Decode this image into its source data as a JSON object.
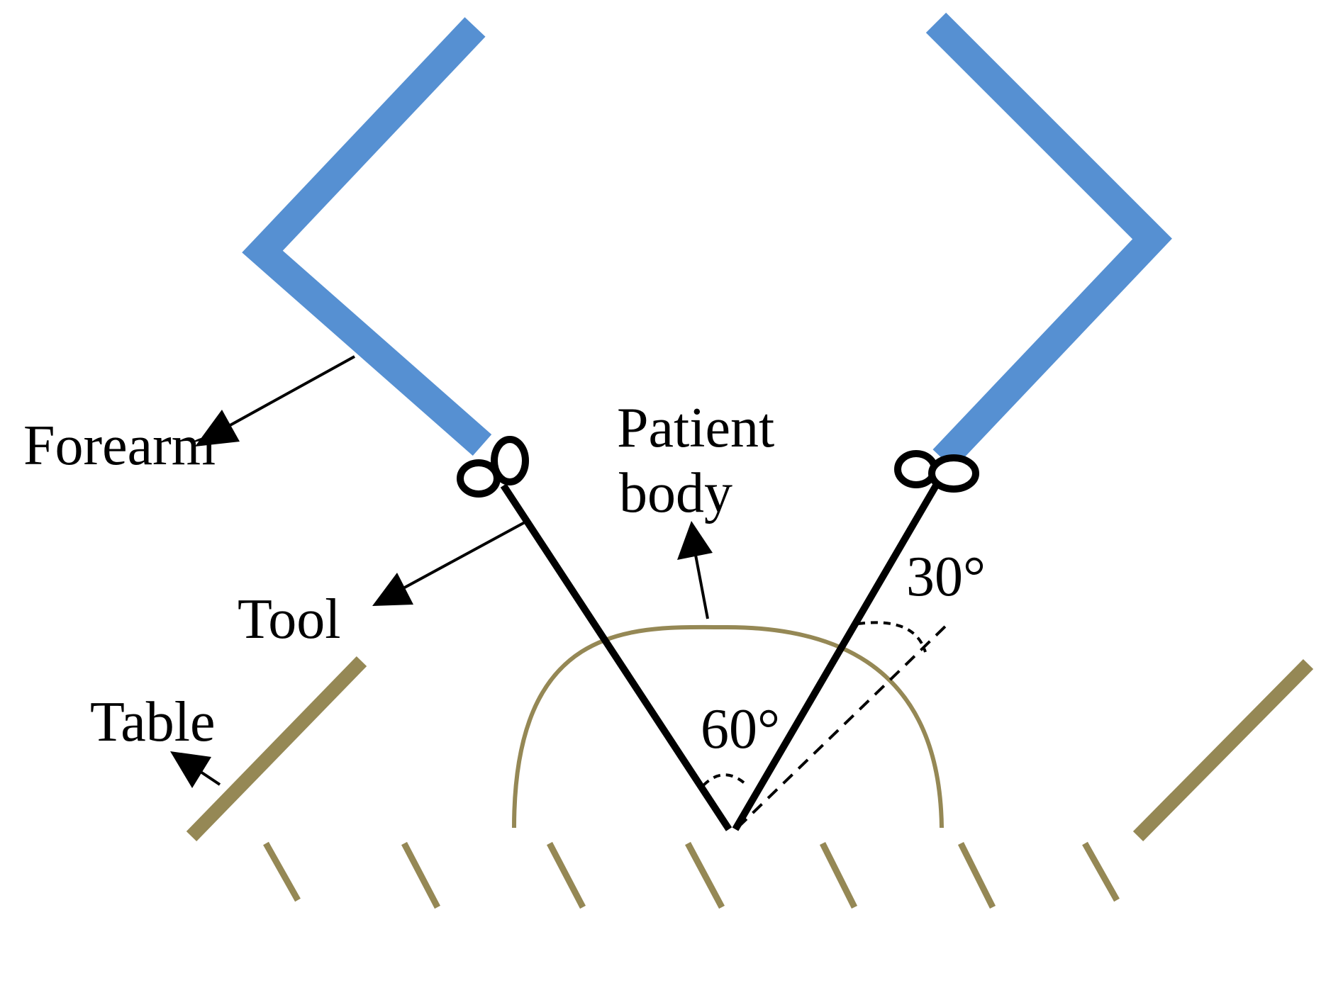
{
  "labels": {
    "forearm": "Forearm",
    "tool": "Tool",
    "table": "Table",
    "patient_line1": "Patient",
    "patient_line2": "body",
    "angle_60": "60°",
    "angle_30": "30°"
  },
  "colors": {
    "forearm": "#5690d2",
    "table": "#958855",
    "patient_body": "#958855",
    "tool": "#000000",
    "annotation": "#000000"
  }
}
